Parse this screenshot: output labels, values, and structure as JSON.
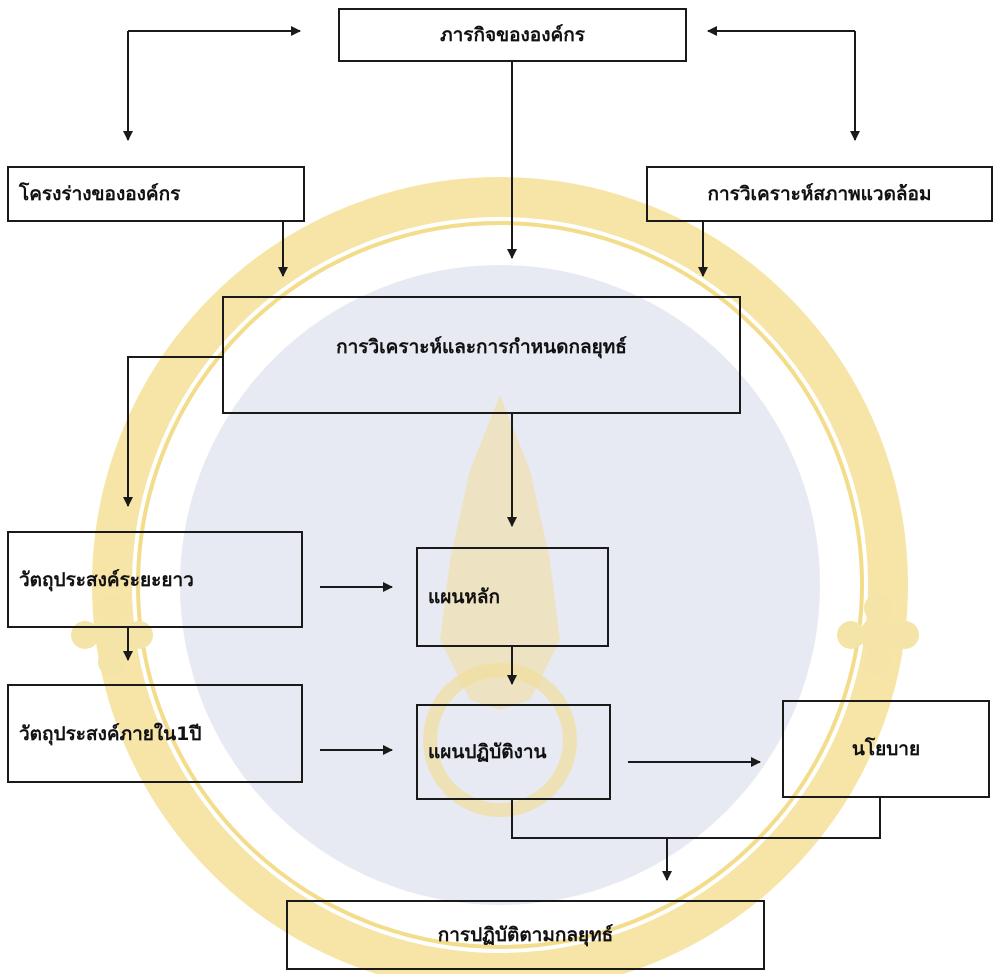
{
  "diagram": {
    "nodes": {
      "mission": "ภารกิจขององค์กร",
      "structure": "โครงร่างขององค์กร",
      "environment": "การวิเคราะห์สภาพแวดล้อม",
      "analysis": "การวิเคราะห์และการกำหนดกลยุทธ์",
      "long_term": "วัตถุประสงค์ระยะยาว",
      "master_plan": "แผนหลัก",
      "one_year": "วัตถุประสงค์ภายใน1ปี",
      "action_plan": "แผนปฏิบัติงาน",
      "policy": "นโยบาย",
      "implementation": "การปฏิบัติตามกลยุทธ์"
    },
    "colors": {
      "line": "#1a1a1a",
      "watermark_ring": "#f6e5a6",
      "watermark_center": "#d6d8ea"
    }
  }
}
